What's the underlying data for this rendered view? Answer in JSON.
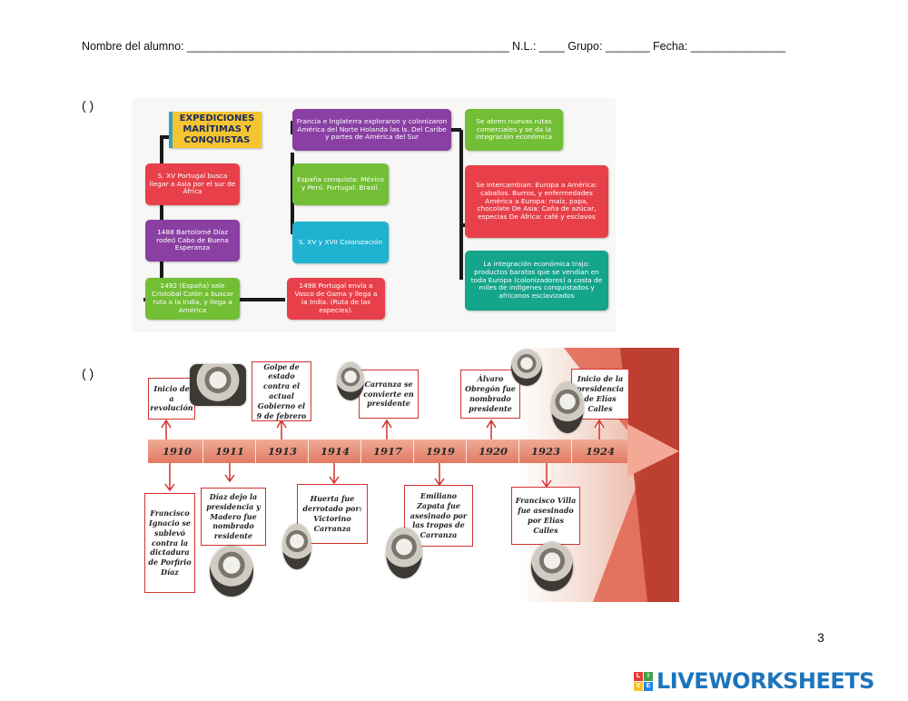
{
  "header": {
    "text": "Nombre del alumno:   ___________________________________________________ N.L.: ____    Grupo: _______    Fecha: _______________"
  },
  "items": {
    "paren1": "(     )",
    "paren2": "(     )"
  },
  "concept_map": {
    "title": "EXPEDICIONES MARÍTIMAS Y CONQUISTAS",
    "boxes": {
      "b1": "S. XV Portugal busca llegar a Asia por el sur de África",
      "b2": "1488 Bartolomé Díaz rodeó Cabo de Buena Esperanza",
      "b3": "1492 (España) sale Cristobal Colón a buscar ruta a la India, y llega a América",
      "b4": "Francia e Inglaterra exploraron y colonizaron América del Norte Holanda las Is. Del Caribe y partes de América del Sur",
      "b5": "España conquista: México y Perú. Portugal: Brasil.",
      "b6": "S. XV y XVII Colonización",
      "b7": "1498 Portugal envía a Vasco de Gama y llega a la India. (Ruta de las especies).",
      "b8": "Se abren nuevas rutas comerciales y se da la integración económica",
      "b9": "Se intercambian: Europa a América: caballos. Burros, y enfermedades América a Europa: maíz, papa, chocolate De Asia: Caña de azúcar, especias De África: café y esclavos",
      "b10": "La integración económica trajo: productos baratos que se vendían en toda Europa (colonizadores) a costa de miles de indígenes conquistados y africanos esclavizados"
    }
  },
  "timeline": {
    "years": [
      "1910",
      "1911",
      "1913",
      "1914",
      "1917",
      "1919",
      "1920",
      "1923",
      "1924"
    ],
    "top_cards": {
      "c1910": "Inicio de a revolución",
      "c1913": "Golpe de estado contra el actual Gobierno el 9 de febrero",
      "c1917": "Carranza se convierte en presidente",
      "c1920": "Álvaro Obregón fue nombrado presidente",
      "c1924": "Inicio de la presidencia de Elías Calles"
    },
    "bottom_cards": {
      "c1910": "Francisco Ignacio se sublevó contra la dictadura de Porfirio Díaz",
      "c1911": "Díaz dejo la presidencia y Madero fue nombrado residente",
      "c1914": "Huerta fue derrotado por: Victorino Carranza",
      "c1919": "Emiliano Zapata fue asesinado por las tropas de Carranza",
      "c1923": "Francisco Villa fue asesinado por Elías Calles"
    }
  },
  "page_number": "3",
  "brand": {
    "icon_letters": [
      "L",
      "I",
      "V",
      "E"
    ],
    "name": "LIVEWORKSHEETS",
    "colors": [
      "#e53935",
      "#43a047",
      "#fbc02d",
      "#1e88e5"
    ]
  }
}
